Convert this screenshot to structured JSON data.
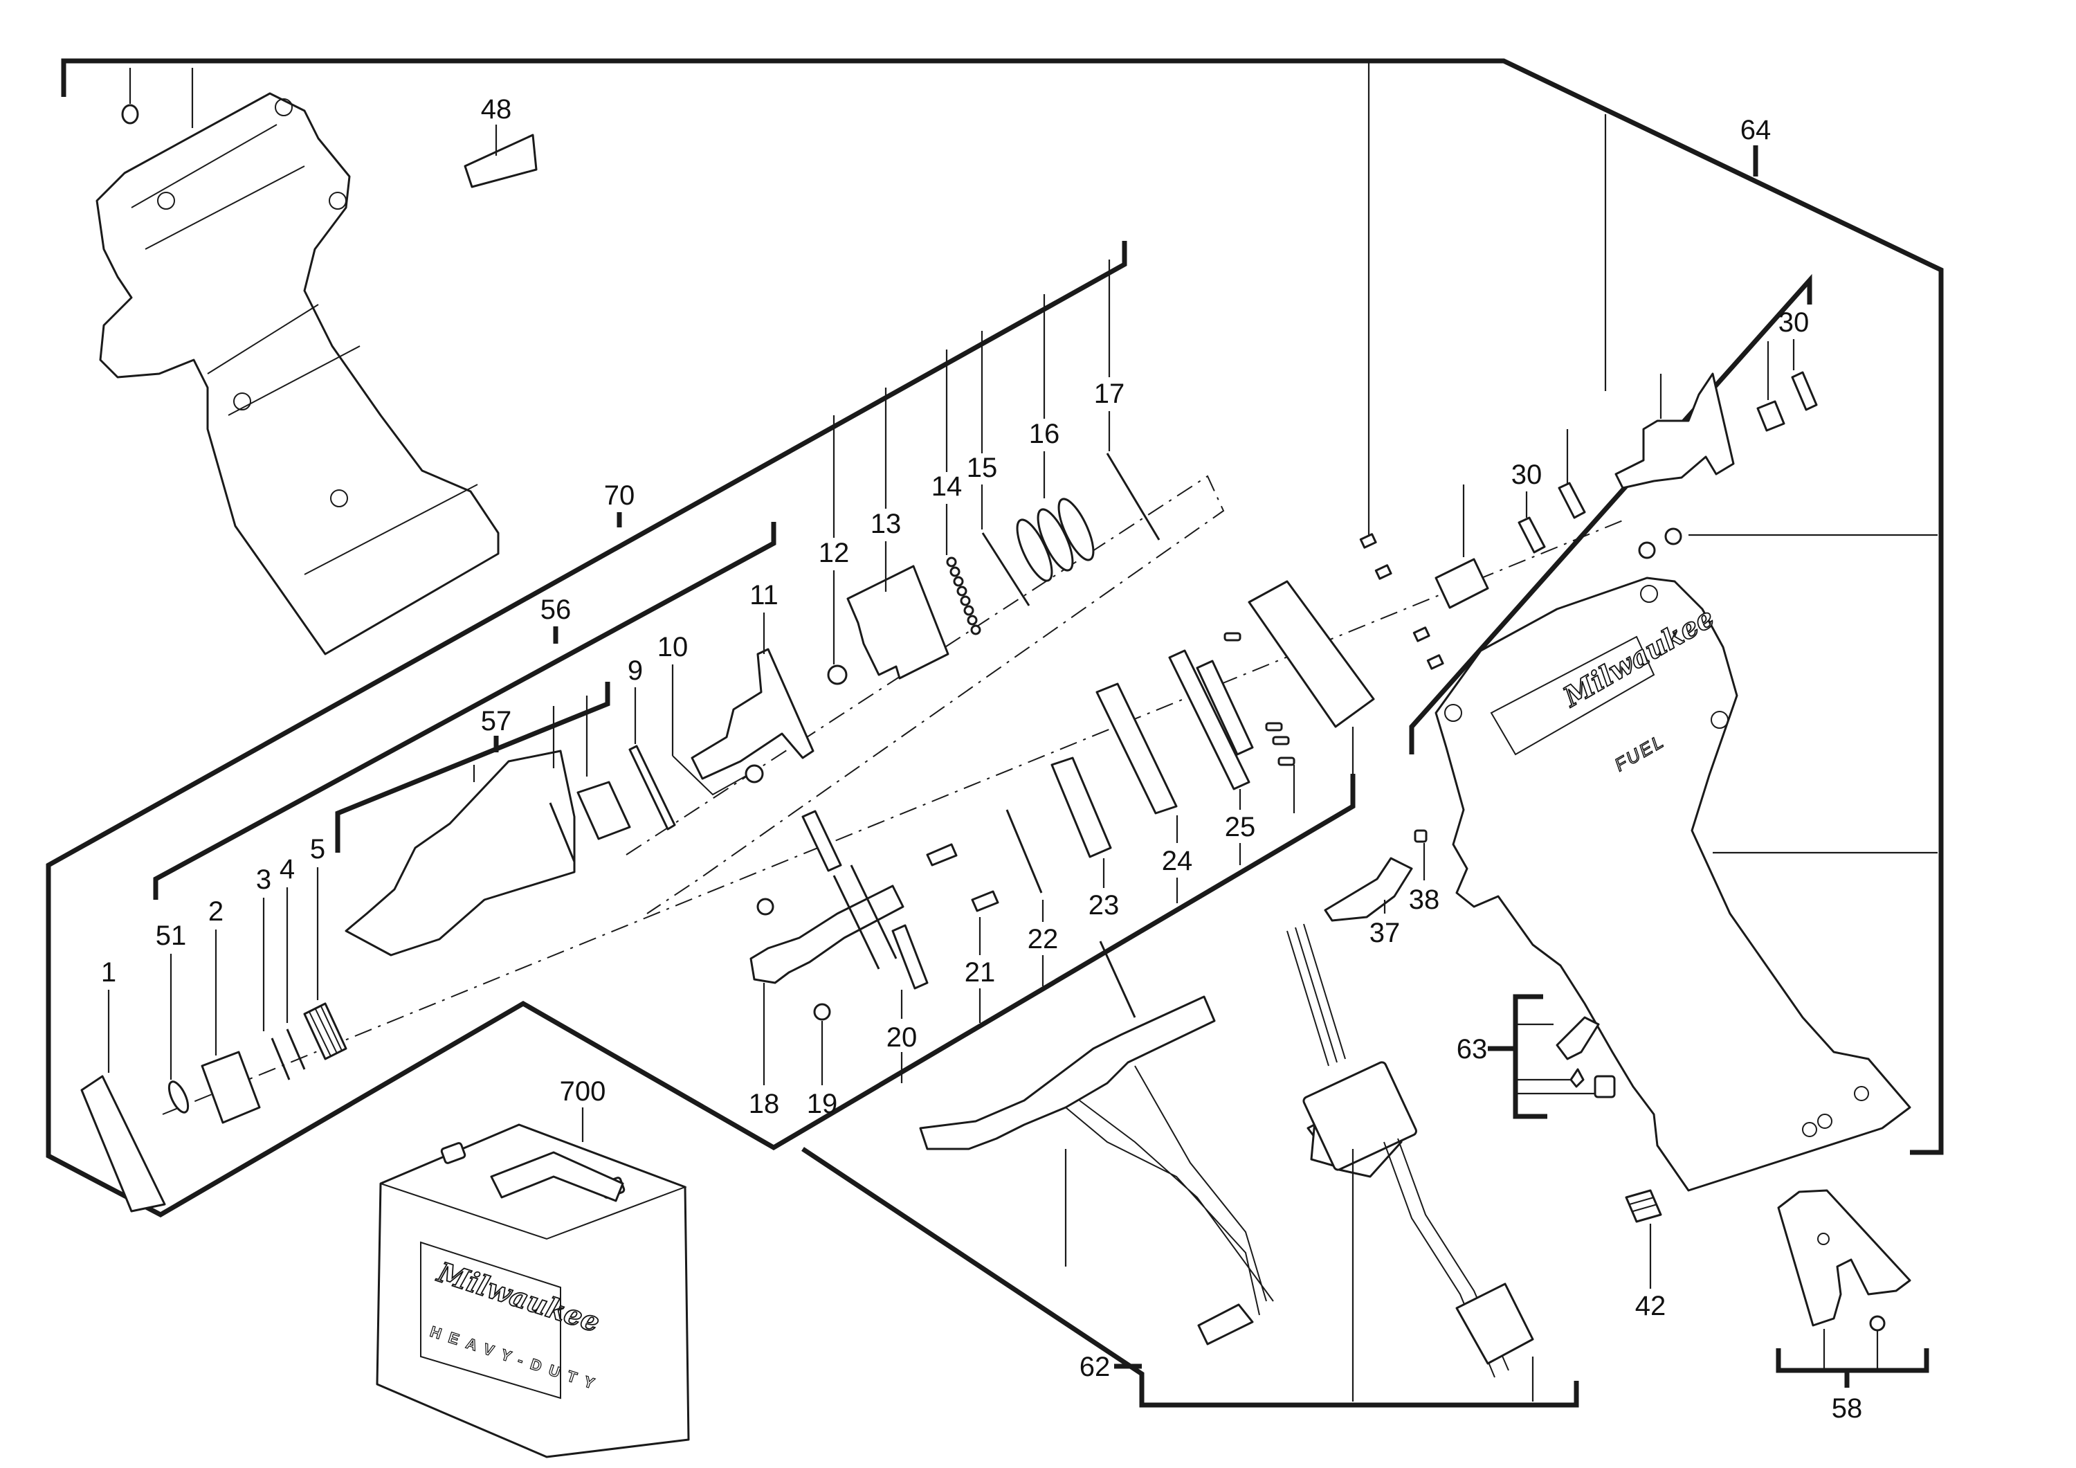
{
  "diagram": {
    "title": "Impact driver exploded parts view",
    "type": "exploded-parts-diagram"
  },
  "callouts": {
    "p1": "1",
    "p2": "2",
    "p3": "3",
    "p4": "4",
    "p5": "5",
    "p9": "9",
    "p10": "10",
    "p11": "11",
    "p12": "12",
    "p13": "13",
    "p14": "14",
    "p15": "15",
    "p16": "16",
    "p17": "17",
    "p18": "18",
    "p19": "19",
    "p20": "20",
    "p21": "21",
    "p22": "22",
    "p23": "23",
    "p24": "24",
    "p25": "25",
    "p30a": "30",
    "p30b": "30",
    "p37": "37",
    "p38": "38",
    "p42": "42",
    "p48": "48",
    "p51": "51",
    "p56": "56",
    "p57": "57",
    "p58": "58",
    "p62": "62",
    "p63": "63",
    "p64": "64",
    "p70": "70",
    "p700": "700"
  },
  "markings": {
    "housing_brand": "Milwaukee",
    "housing_line": "FUEL",
    "case_brand": "Milwaukee",
    "case_subtitle": "HEAVY-DUTY"
  }
}
